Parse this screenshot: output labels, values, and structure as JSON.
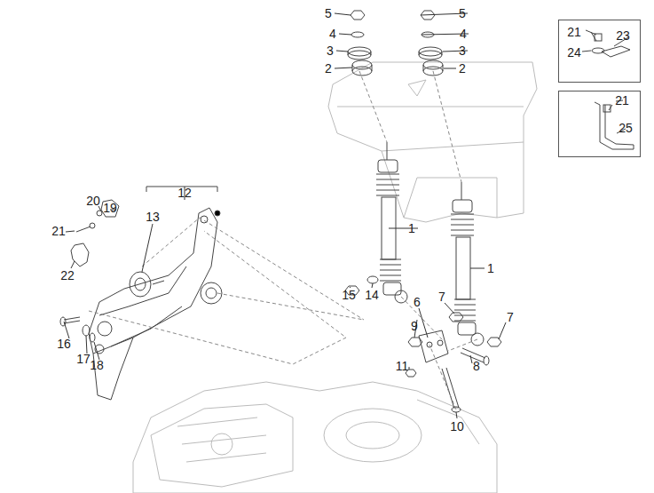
{
  "diagram": {
    "nodes": [
      {
        "text": [
          "21",
          "23",
          "24"
        ]
      },
      {
        "text": [
          "21",
          "25"
        ]
      }
    ],
    "labels": [
      "5",
      "5",
      "4",
      "4",
      "3",
      "3",
      "2",
      "2",
      "12",
      "20",
      "19",
      "13",
      "21",
      "1",
      "22",
      "1",
      "15",
      "14",
      "7",
      "6",
      "9",
      "7",
      "11",
      "8",
      "16",
      "17",
      "18",
      "10"
    ]
  }
}
